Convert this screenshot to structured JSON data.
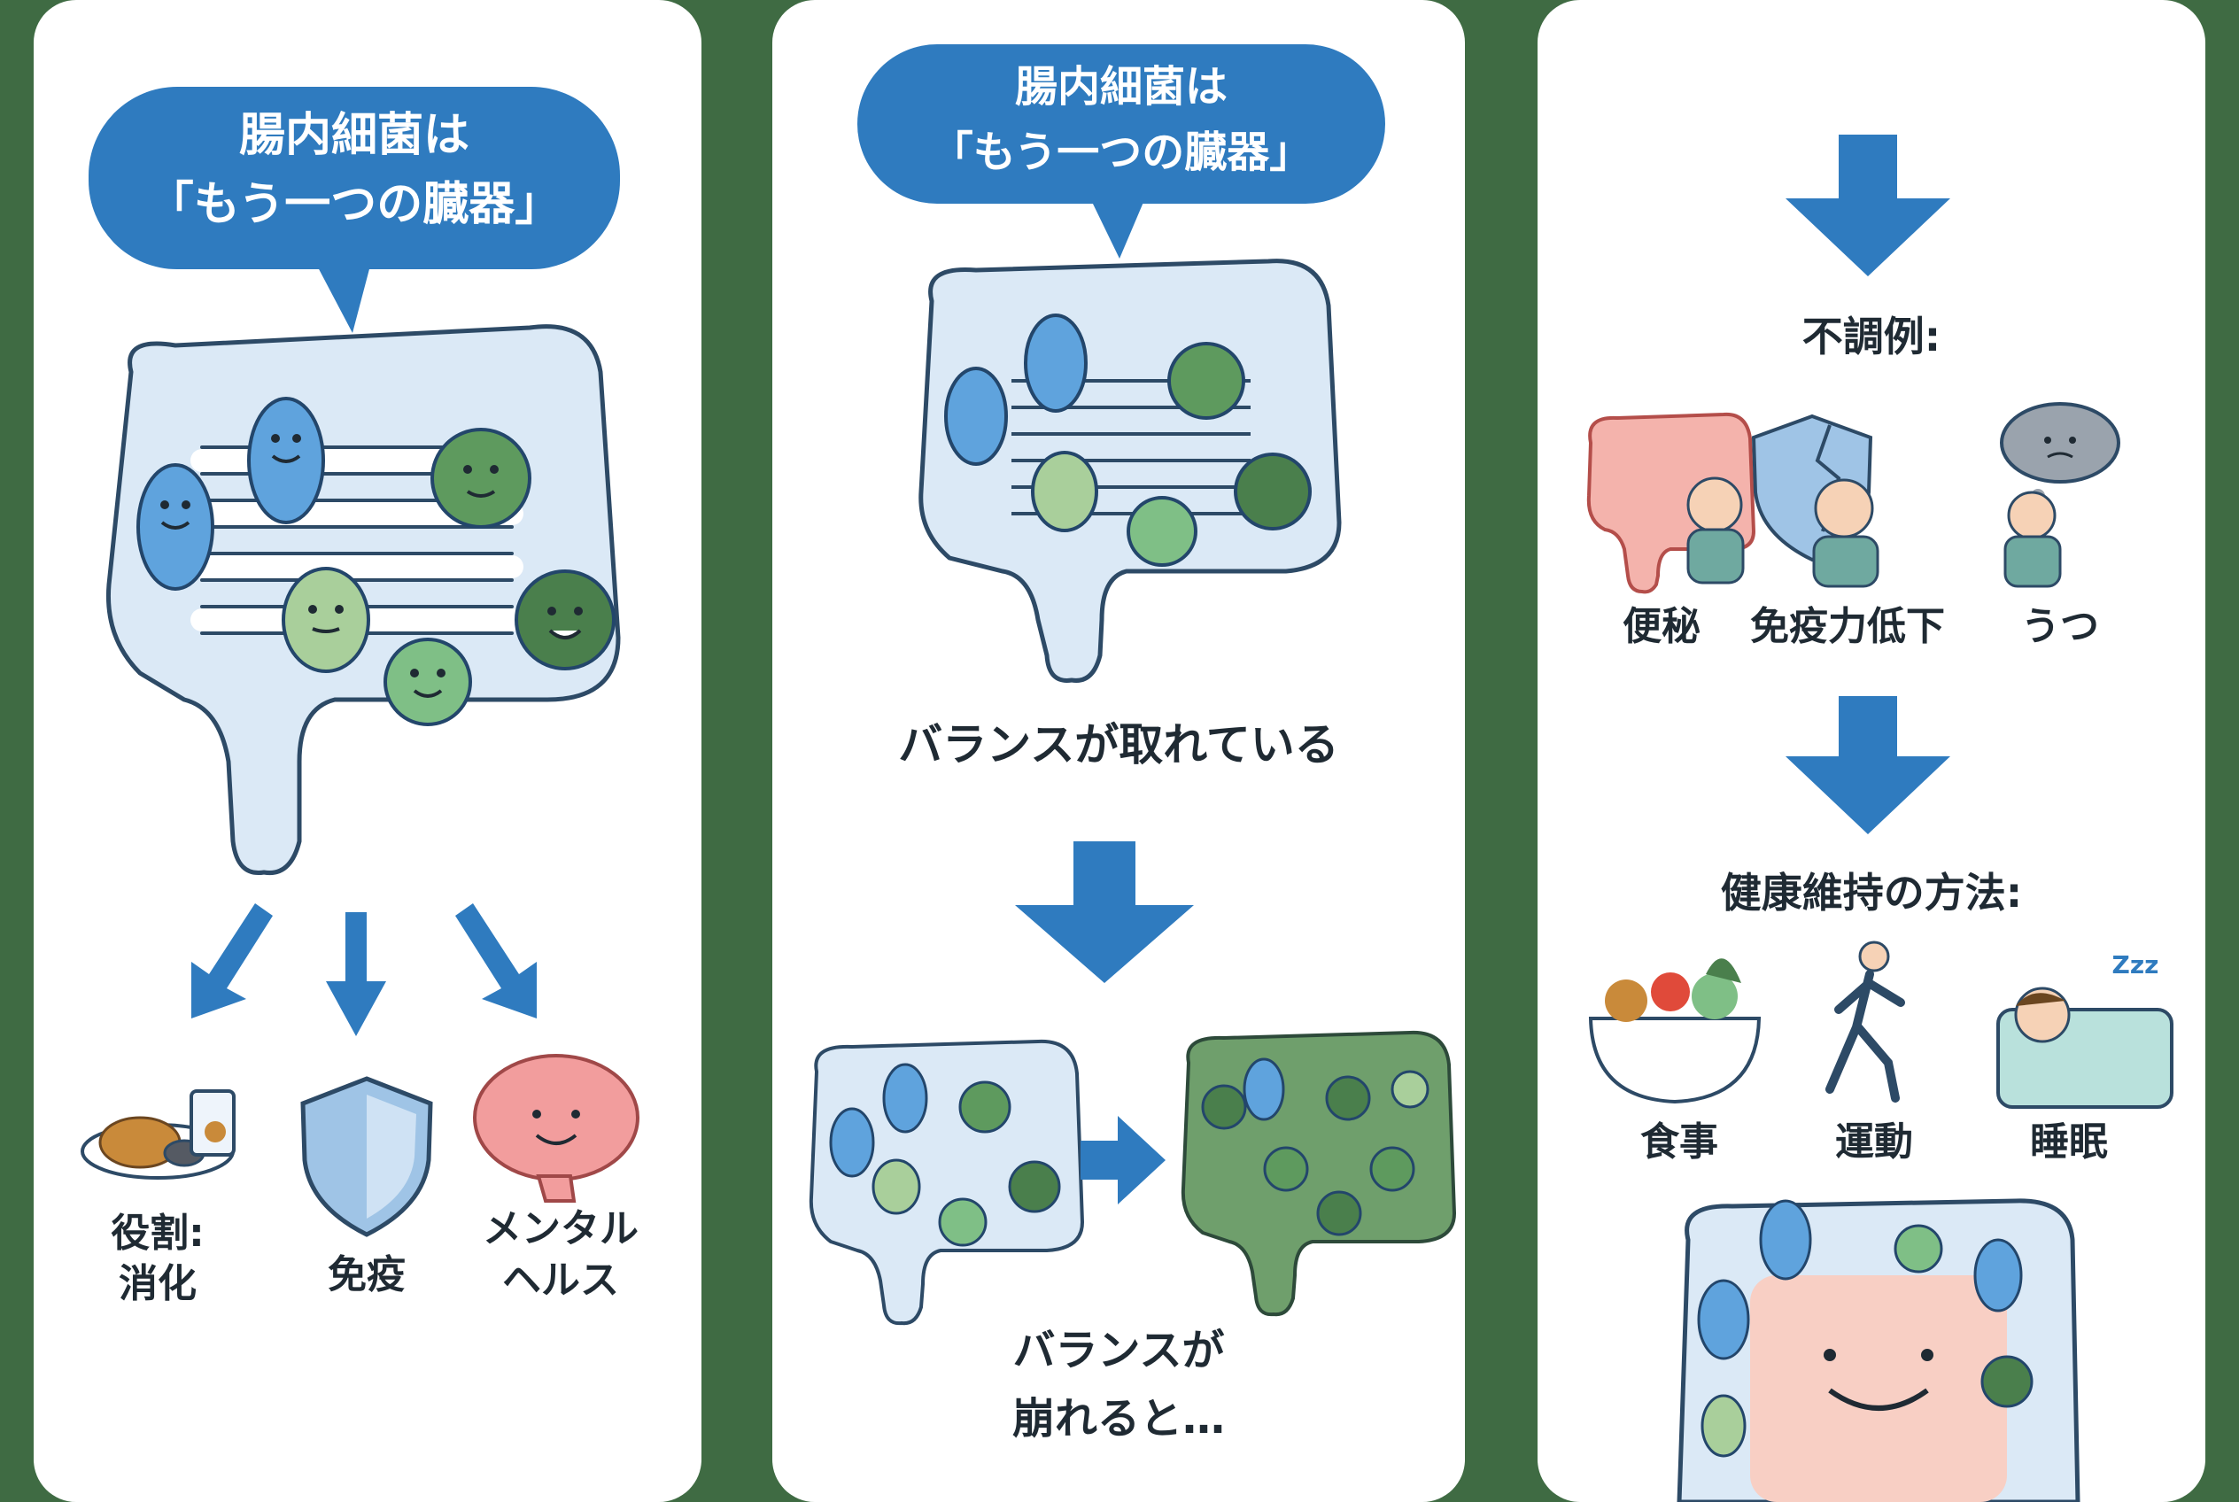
{
  "panel1": {
    "bubble_line1": "腸内細菌は",
    "bubble_line2": "「もう一つの臓器」",
    "role_line1": "役割:",
    "role_line2": "消化",
    "immune": "免疫",
    "mental_line1": "メンタル",
    "mental_line2": "ヘルス"
  },
  "panel2": {
    "bubble_line1": "腸内細菌は",
    "bubble_line2": "「もう一つの臓器」",
    "balanced": "バランスが取れている",
    "collapse_line1": "バランスが",
    "collapse_line2": "崩れると…"
  },
  "panel3": {
    "issues_title": "不調例:",
    "issues": [
      "便秘",
      "免疫力低下",
      "うつ"
    ],
    "methods_title": "健康維持の方法:",
    "methods": [
      "食事",
      "運動",
      "睡眠"
    ],
    "sleep_zzz": "Zzz"
  },
  "colors": {
    "background": "#3f6b43",
    "bubble": "#2f7bbf",
    "arrow": "#2f7bbf",
    "intestine": "#dbe9f6",
    "good_bacteria": "#5fa3dd",
    "bad_bacteria": "#5e9a5e"
  }
}
